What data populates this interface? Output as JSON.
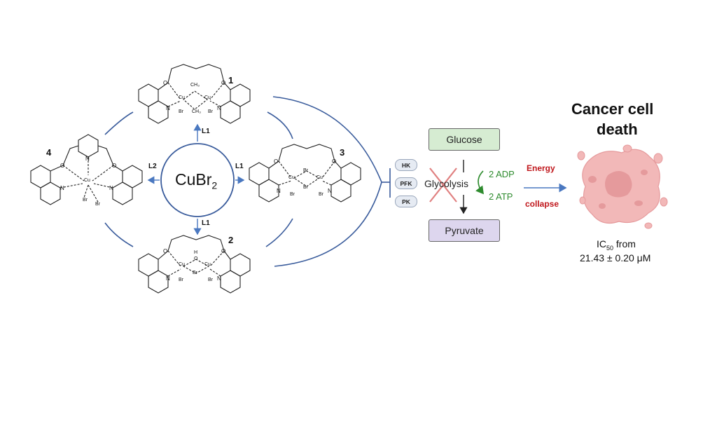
{
  "metal_salt": {
    "base": "CuBr",
    "subscript": "2"
  },
  "ligand_labels": {
    "up": "L1",
    "right": "L1",
    "down": "L1",
    "left": "L2"
  },
  "complex_numbers": {
    "c1": "1",
    "c2": "2",
    "c3": "3",
    "c4": "4"
  },
  "chem_text": {
    "cu": "Cu",
    "br": "Br",
    "n": "N",
    "o": "O",
    "ch3": "CH₃",
    "h": "H"
  },
  "enzymes": [
    "HK",
    "PFK",
    "PK"
  ],
  "pathway": {
    "glucose": "Glucose",
    "glycolysis": "Glycolysis",
    "pyruvate": "Pyruvate",
    "adp": "2 ADP",
    "atp": "2 ATP"
  },
  "energy": {
    "line1": "Energy",
    "line2": "collapse"
  },
  "outcome": {
    "title_line1": "Cancer cell",
    "title_line2": "death",
    "ic50_prefix": "IC",
    "ic50_sub": "50",
    "ic50_suffix": " from",
    "ic50_value": "21.43 ± 0.20 μM"
  },
  "colors": {
    "arc_blue": "#3a5c9c",
    "arrow_blue": "#4a78c0",
    "glucose_fill": "#d6ecd2",
    "pyruvate_fill": "#ddd6ee",
    "red_cross": "#e08080",
    "energy_red": "#c0181d",
    "atp_green": "#2e8b2e",
    "cell_fill": "#f2b8b8",
    "cell_nucleus": "#e59a9c"
  }
}
